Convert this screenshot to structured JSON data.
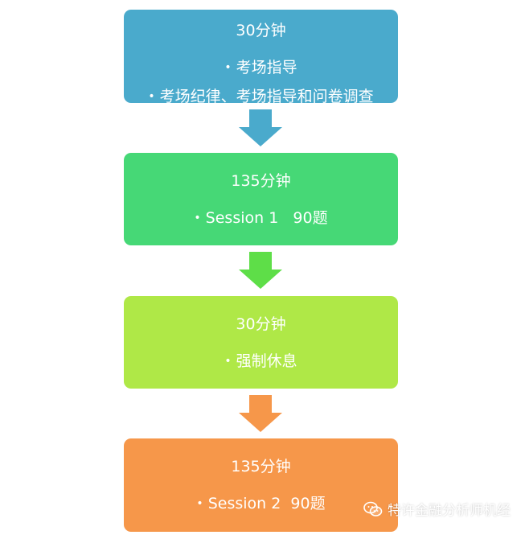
{
  "colors": {
    "step1": "#4aaacc",
    "step2": "#46d876",
    "step3": "#afe847",
    "step4": "#f6974a",
    "arrow1": "#4aaacc",
    "arrow2": "#5ede48",
    "arrow3": "#f6974a"
  },
  "steps": [
    {
      "time": "30分钟",
      "bullets": [
        "考场指导",
        "考场纪律、考场指导和问卷调查"
      ]
    },
    {
      "time": "135分钟",
      "bullets": [
        "Session 1   90题"
      ]
    },
    {
      "time": "30分钟",
      "bullets": [
        "强制休息"
      ]
    },
    {
      "time": "135分钟",
      "bullets": [
        "Session 2  90题"
      ]
    }
  ],
  "watermark": {
    "icon": "wechat-icon",
    "text": "特许金融分析师机经"
  }
}
